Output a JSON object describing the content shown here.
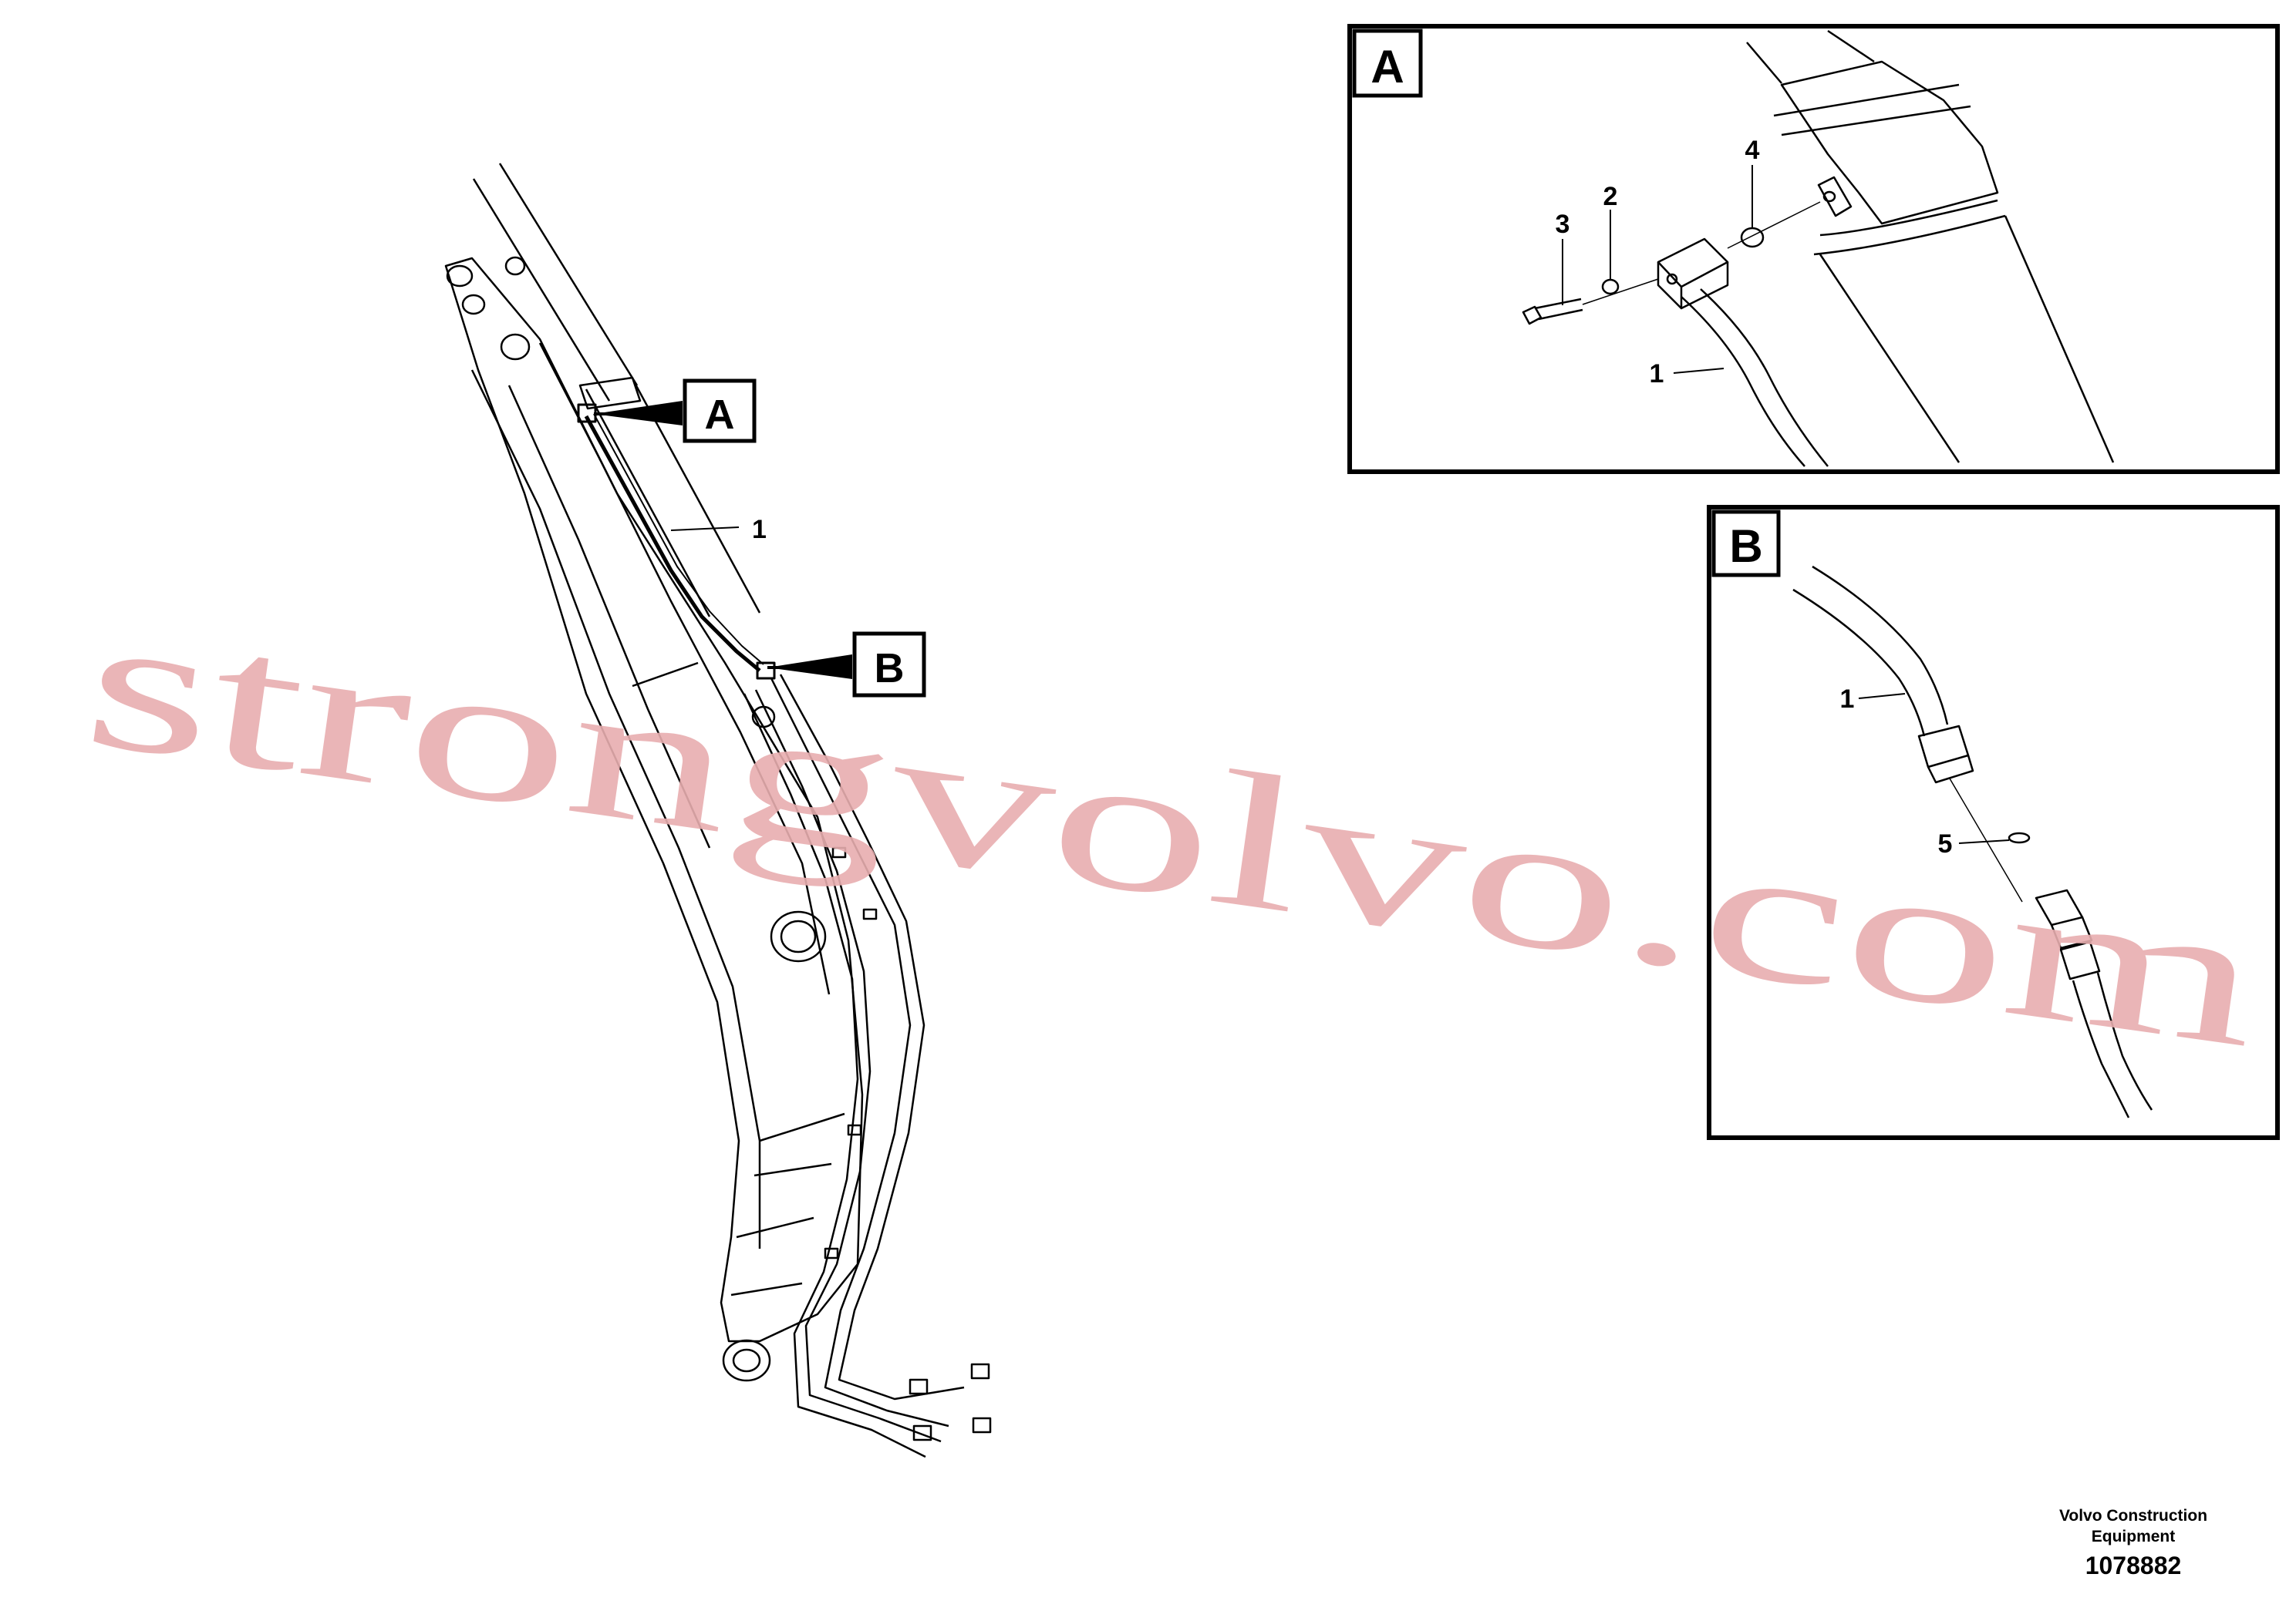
{
  "detail_labels": {
    "a": "A",
    "b": "B"
  },
  "callouts": {
    "main_hose": "1",
    "detail_a": {
      "hose": "1",
      "washer": "2",
      "screw": "3",
      "o_ring": "4"
    },
    "detail_b": {
      "hose": "1",
      "o_ring": "5"
    }
  },
  "watermark": "strongvolvo.com",
  "footer": {
    "manufacturer_line1": "Volvo Construction",
    "manufacturer_line2": "Equipment",
    "part_number": "1078882"
  }
}
